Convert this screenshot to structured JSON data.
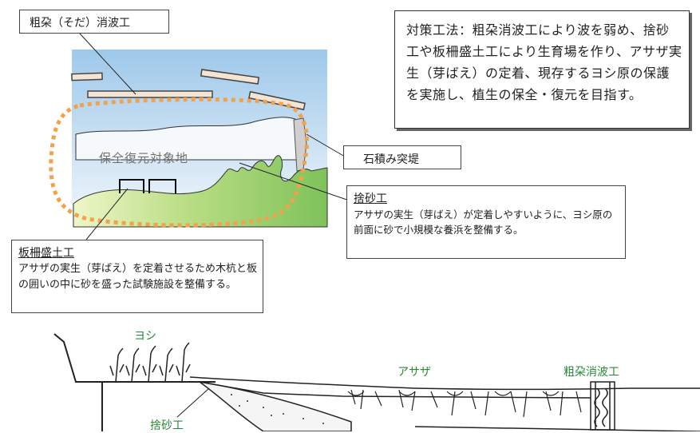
{
  "callouts": {
    "soda_title": "粗朶（そだ）消波工",
    "taisaku": "対策工法：粗朶消波工により波を弱め、捨砂工や板柵盛土工により生育場を作り、アサザ実生（芽ばえ）の定着、現存するヨシ原の保護を実施し、植生の保全・復元を目指す。",
    "ishizumi": "石積み突堤",
    "sutesuna_title": "捨砂工",
    "sutesuna_body": "アサザの実生（芽ばえ）が定着しやすいように、ヨシ原の前面に砂で小規模な養浜を整備する。",
    "itasaku_title": "板柵盛土工",
    "itasaku_body": "アサザの実生（芽ばえ）を定着させるため木杭と板の囲いの中に砂を盛った試験施設を整備する。"
  },
  "map": {
    "area_label": "保全復元対象地"
  },
  "section": {
    "yoshi": "ヨシ",
    "asaza": "アサザ",
    "soda": "粗朶消波工",
    "sutesuna": "捨砂工"
  },
  "colors": {
    "sky_top": "#9ec8ea",
    "sky_bottom": "#eef5fb",
    "land": "#7fc25a",
    "land_light": "#d8ecb0",
    "dotted": "#f2a24a",
    "stone": "#b8b8b8"
  }
}
